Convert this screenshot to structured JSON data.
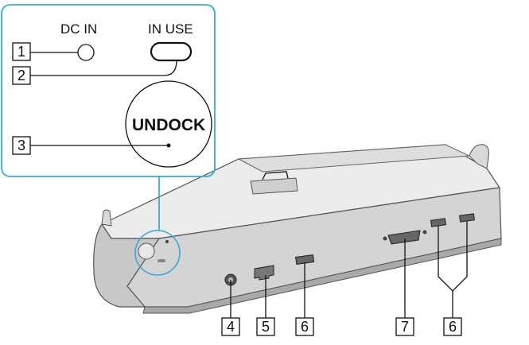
{
  "labels": {
    "dc_in": "DC IN",
    "in_use": "IN USE",
    "undock": "UNDOCK"
  },
  "callouts": {
    "c1": "1",
    "c2": "2",
    "c3": "3",
    "c4": "4",
    "c5": "5",
    "c6a": "6",
    "c7": "7",
    "c6b": "6"
  },
  "colors": {
    "callout_outline": "#3aa9d8",
    "body_light": "#eeeeee",
    "body_mid": "#d6d6d6",
    "body_dark": "#b9b9b9",
    "line": "#111111"
  }
}
